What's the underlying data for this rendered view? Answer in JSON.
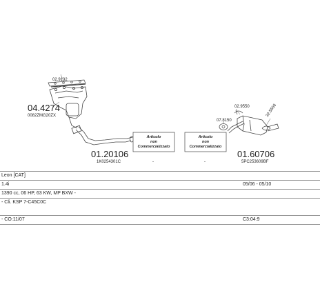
{
  "parts": {
    "manifold_cat": {
      "number": "04.4274",
      "ref": "0082ZMG20ZX"
    },
    "gasket_top": {
      "number": "02.9132"
    },
    "front_pipe": {
      "number": "01.20106",
      "ref": "1K0254301C"
    },
    "article_box_1": {
      "line1": "Articolo",
      "line2": "non",
      "line3": "Commercializzato"
    },
    "article_box_2": {
      "line1": "Articolo",
      "line2": "non",
      "line3": "Commercializzato"
    },
    "rear_silencer": {
      "number": "01.60706",
      "ref": "5PC253609BF"
    },
    "clamp_1": {
      "number": "02.9550"
    },
    "clamp_2": {
      "number": "32.5556"
    },
    "gasket_rear": {
      "number": "07.8150"
    },
    "dash_1": "-",
    "dash_2": "-"
  },
  "table": {
    "rows": [
      {
        "c1": "Leon [CAT]",
        "c2": ""
      },
      {
        "c1": "1.4i",
        "c2": "05/06 - 05/10"
      },
      {
        "c1": "1390 cc, 06 HP, 63 KW, MP BXW -",
        "c2": ""
      },
      {
        "c1": "- Cli. KSP 7-C45C0C",
        "c2": ""
      },
      {
        "c1": "- CO:11/07",
        "c2": "C3:04:9"
      }
    ]
  }
}
